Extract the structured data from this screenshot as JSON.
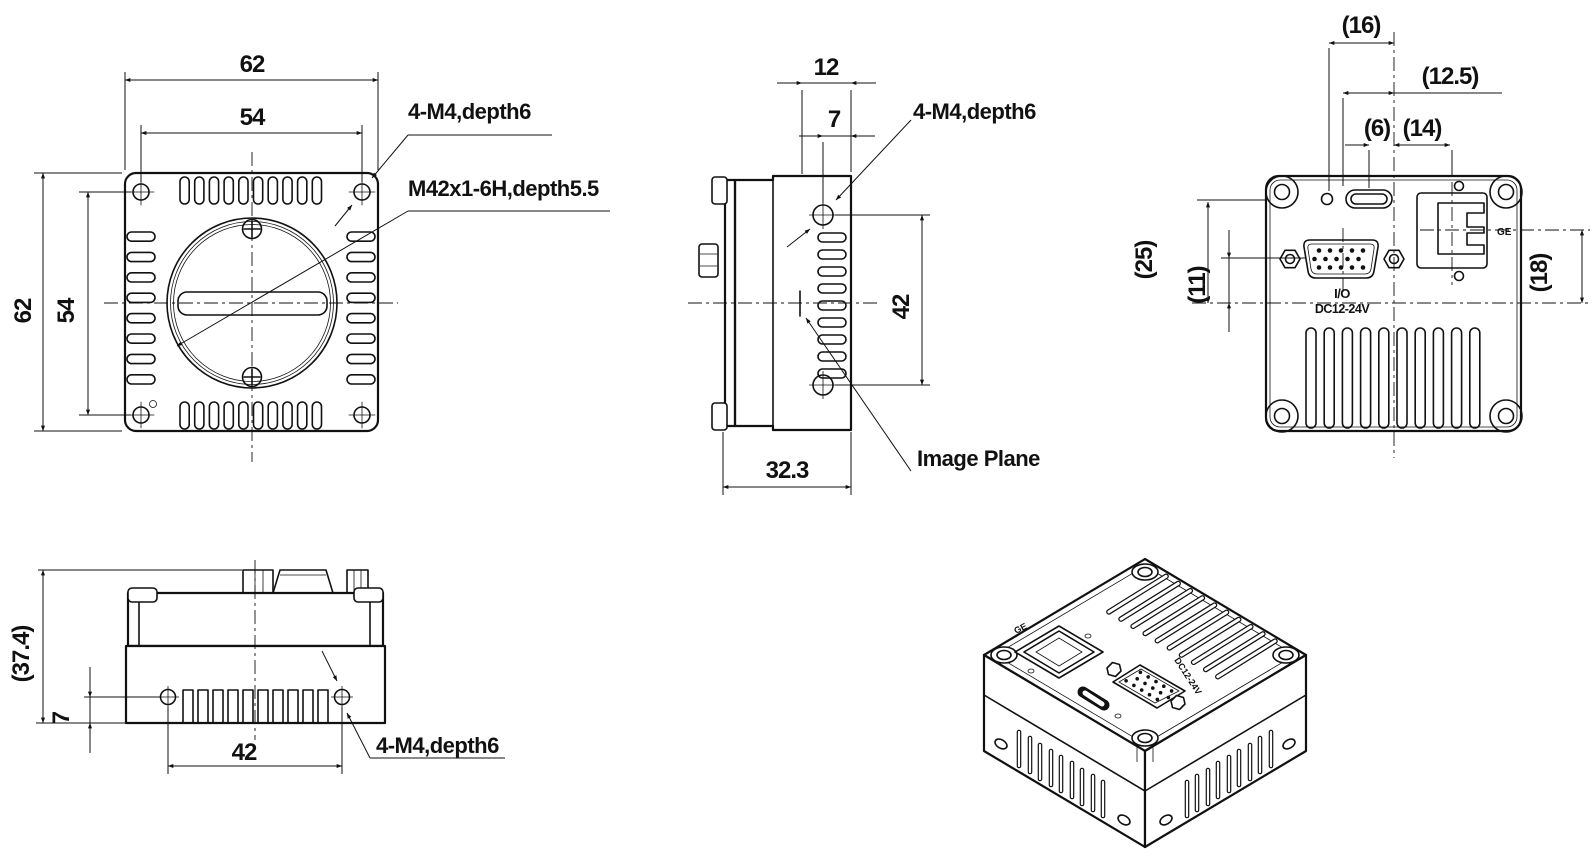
{
  "drawing_type": "camera mechanical dimension drawing",
  "colors": {
    "line": "#111111",
    "background": "#ffffff"
  },
  "front_view": {
    "dims": {
      "outer_w": "62",
      "inner_w": "54",
      "outer_h": "62",
      "inner_h": "54"
    },
    "labels": {
      "holes": "4-M4,depth6",
      "thread": "M42x1-6H,depth5.5"
    }
  },
  "side_view": {
    "dims": {
      "back_offset": "12",
      "hole_offset": "7",
      "hole_span": "42",
      "depth": "32.3"
    },
    "labels": {
      "holes": "4-M4,depth6",
      "image_plane": "Image Plane"
    }
  },
  "back_view": {
    "dims": {
      "d16": "(16)",
      "d125": "(12.5)",
      "d6": "(6)",
      "d14": "(14)",
      "d25": "(25)",
      "d11": "(11)",
      "d18": "(18)"
    },
    "labels": {
      "io": "I/O",
      "power": "DC12-24V",
      "lan": "GE"
    }
  },
  "bottom_view": {
    "dims": {
      "total_depth": "(37.4)",
      "hole_offset": "7",
      "hole_span": "42"
    },
    "labels": {
      "holes": "4-M4,depth6"
    }
  },
  "iso_view": {
    "labels": {
      "lan": "GE",
      "power": "DC12-24V"
    }
  }
}
